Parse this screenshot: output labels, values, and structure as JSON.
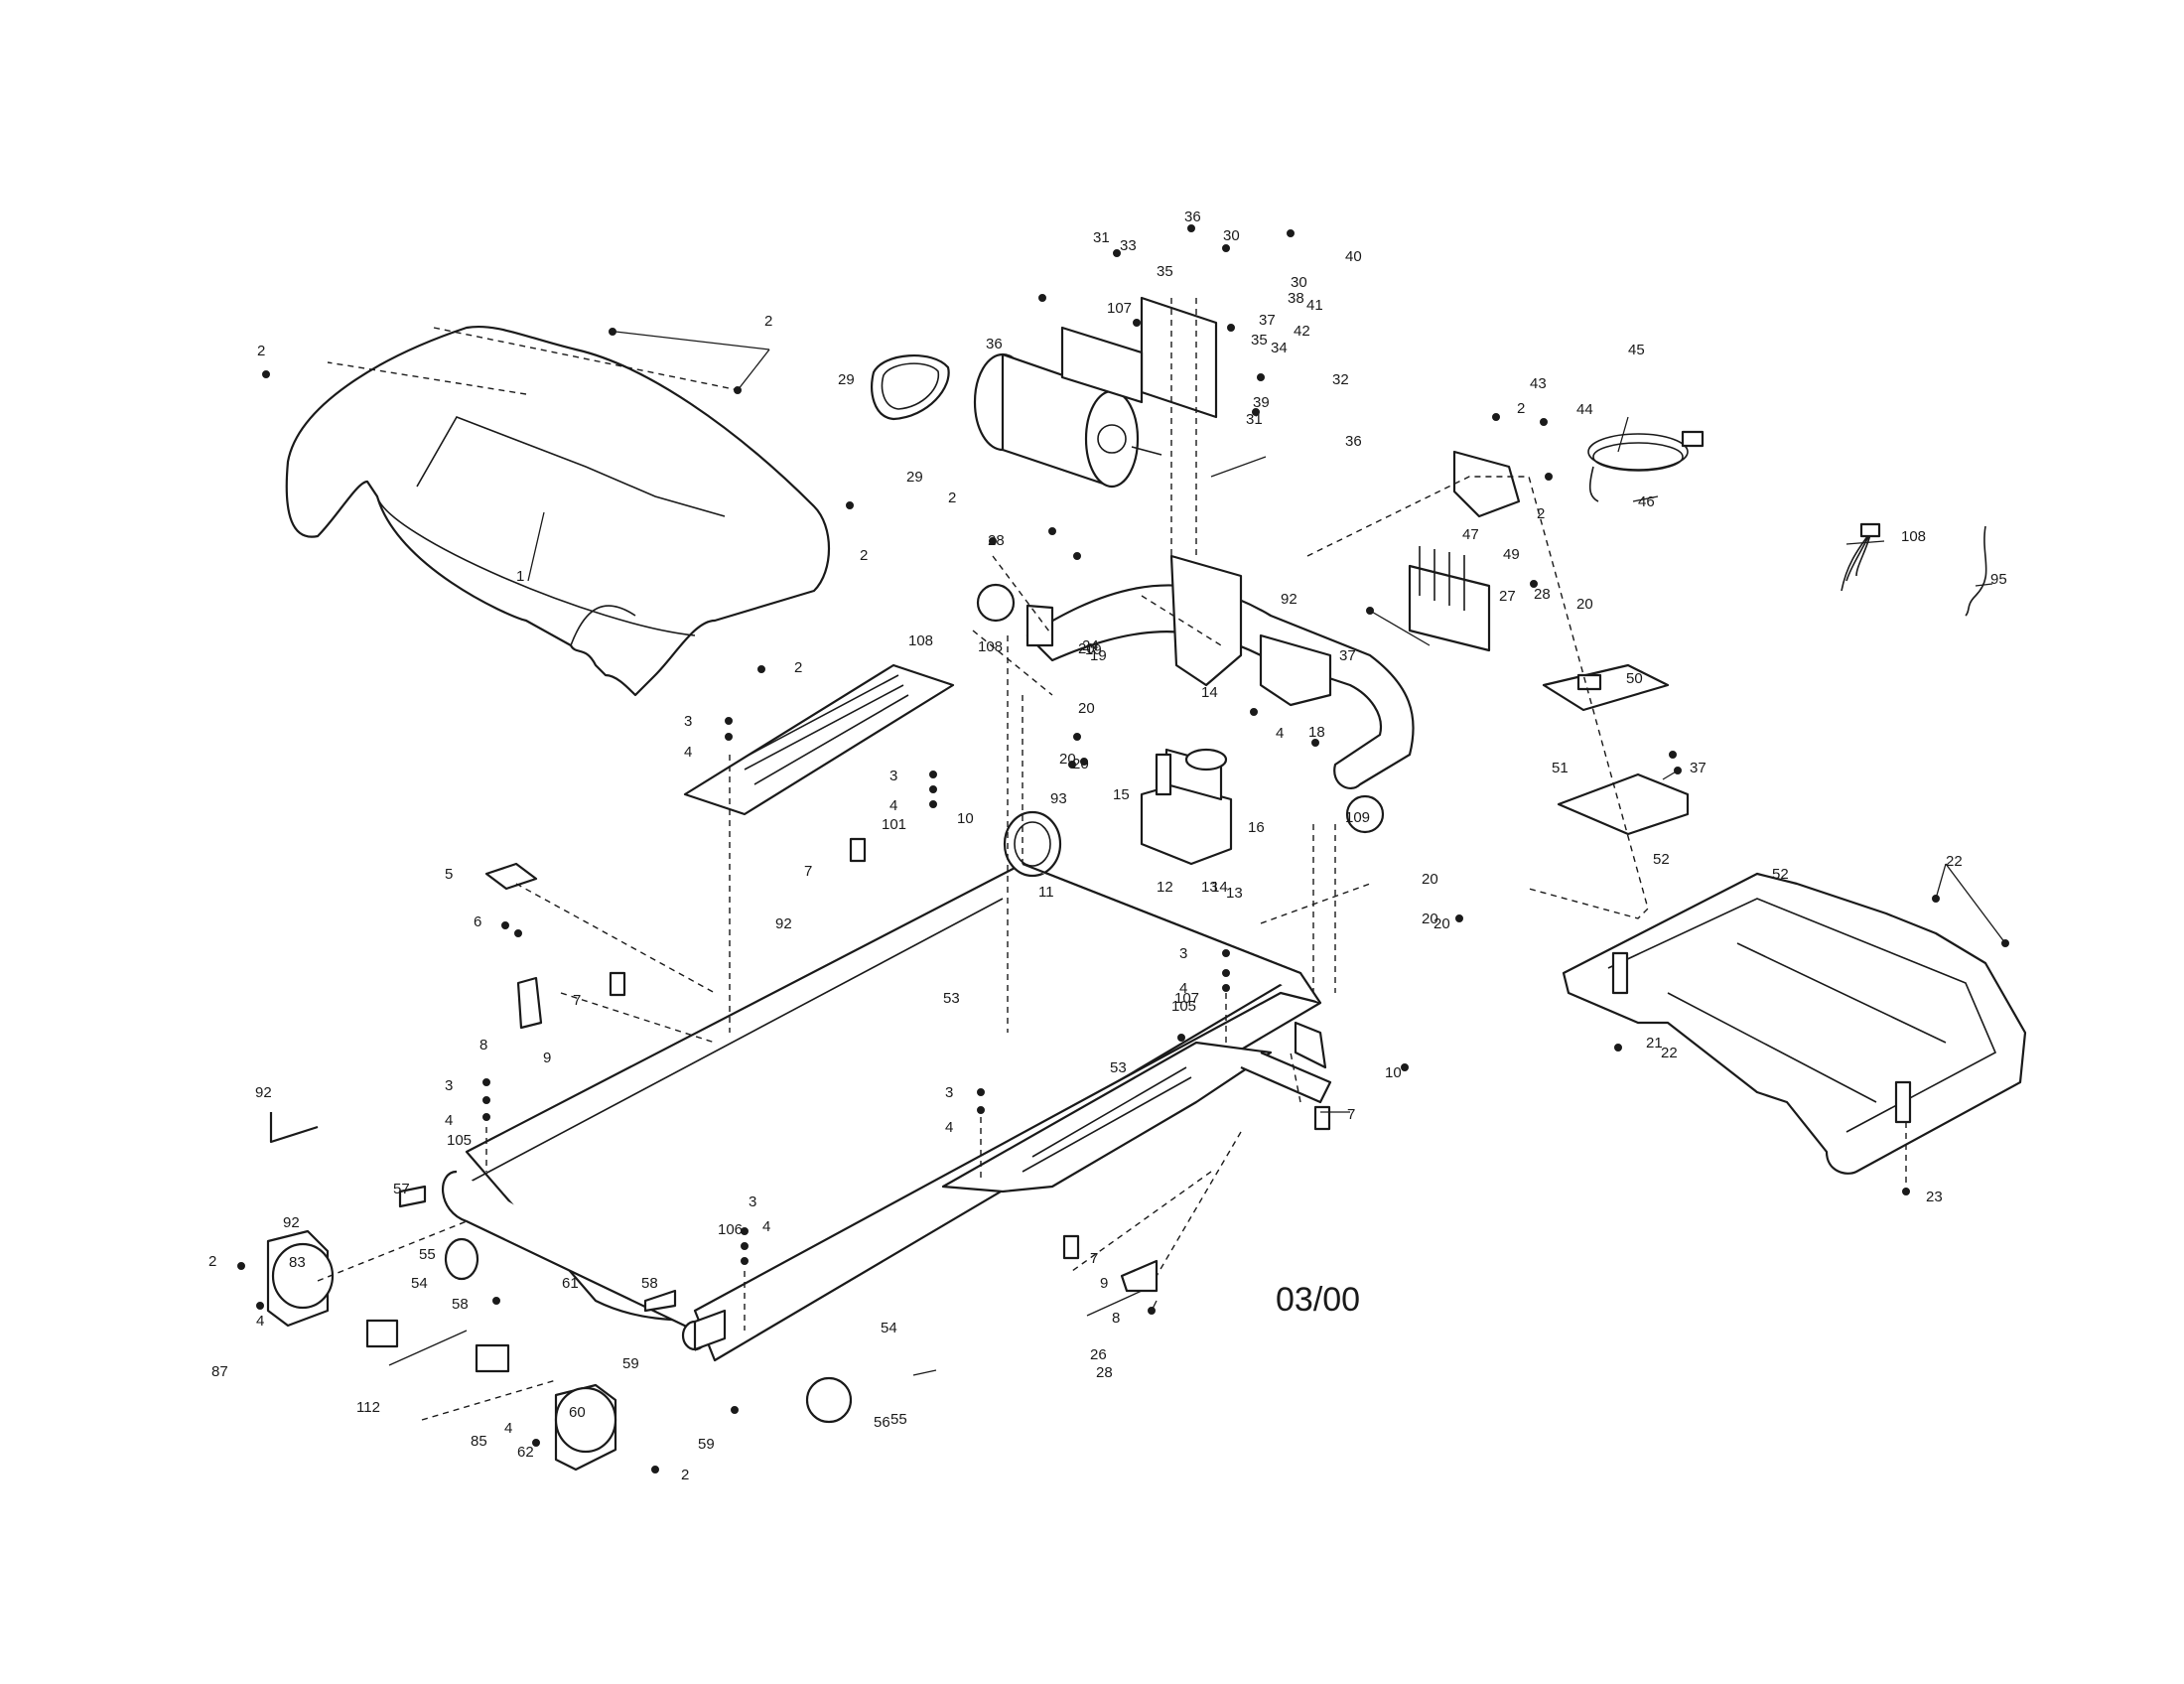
{
  "date_code": "03/00",
  "callouts": [
    {
      "id": "c1",
      "text": "1"
    },
    {
      "id": "c2a",
      "text": "2"
    },
    {
      "id": "c2b",
      "text": "2"
    },
    {
      "id": "c2c",
      "text": "2"
    },
    {
      "id": "c2d",
      "text": "2"
    },
    {
      "id": "c2e",
      "text": "2"
    },
    {
      "id": "c2f",
      "text": "2"
    },
    {
      "id": "c2g",
      "text": "2"
    },
    {
      "id": "c2h",
      "text": "2"
    },
    {
      "id": "c2i",
      "text": "2"
    },
    {
      "id": "c3a",
      "text": "3"
    },
    {
      "id": "c3b",
      "text": "3"
    },
    {
      "id": "c3c",
      "text": "3"
    },
    {
      "id": "c3d",
      "text": "3"
    },
    {
      "id": "c3e",
      "text": "3"
    },
    {
      "id": "c3f",
      "text": "3"
    },
    {
      "id": "c4a",
      "text": "4"
    },
    {
      "id": "c4b",
      "text": "4"
    },
    {
      "id": "c4c",
      "text": "4"
    },
    {
      "id": "c4d",
      "text": "4"
    },
    {
      "id": "c4e",
      "text": "4"
    },
    {
      "id": "c4f",
      "text": "4"
    },
    {
      "id": "c4g",
      "text": "4"
    },
    {
      "id": "c4h",
      "text": "4"
    },
    {
      "id": "c4i",
      "text": "4"
    },
    {
      "id": "c5",
      "text": "5"
    },
    {
      "id": "c6",
      "text": "6"
    },
    {
      "id": "c7a",
      "text": "7"
    },
    {
      "id": "c7b",
      "text": "7"
    },
    {
      "id": "c7c",
      "text": "7"
    },
    {
      "id": "c7d",
      "text": "7"
    },
    {
      "id": "c8a",
      "text": "8"
    },
    {
      "id": "c8b",
      "text": "8"
    },
    {
      "id": "c9a",
      "text": "9"
    },
    {
      "id": "c9b",
      "text": "9"
    },
    {
      "id": "c10a",
      "text": "10"
    },
    {
      "id": "c10b",
      "text": "10"
    },
    {
      "id": "c11",
      "text": "11"
    },
    {
      "id": "c12",
      "text": "12"
    },
    {
      "id": "c13a",
      "text": "13"
    },
    {
      "id": "c13b",
      "text": "13"
    },
    {
      "id": "c14a",
      "text": "14"
    },
    {
      "id": "c14b",
      "text": "14"
    },
    {
      "id": "c15",
      "text": "15"
    },
    {
      "id": "c16",
      "text": "16"
    },
    {
      "id": "c18",
      "text": "18"
    },
    {
      "id": "c19a",
      "text": "19"
    },
    {
      "id": "c19b",
      "text": "19"
    },
    {
      "id": "c20a",
      "text": "20"
    },
    {
      "id": "c20b",
      "text": "20"
    },
    {
      "id": "c20c",
      "text": "20"
    },
    {
      "id": "c20d",
      "text": "20"
    },
    {
      "id": "c20e",
      "text": "20"
    },
    {
      "id": "c20f",
      "text": "20"
    },
    {
      "id": "c20g",
      "text": "20"
    },
    {
      "id": "c20h",
      "text": "20"
    },
    {
      "id": "c21",
      "text": "21"
    },
    {
      "id": "c22a",
      "text": "22"
    },
    {
      "id": "c22b",
      "text": "22"
    },
    {
      "id": "c23",
      "text": "23"
    },
    {
      "id": "c24",
      "text": "24"
    },
    {
      "id": "c26",
      "text": "26"
    },
    {
      "id": "c27",
      "text": "27"
    },
    {
      "id": "c28a",
      "text": "28"
    },
    {
      "id": "c28b",
      "text": "28"
    },
    {
      "id": "c28c",
      "text": "28"
    },
    {
      "id": "c29a",
      "text": "29"
    },
    {
      "id": "c29b",
      "text": "29"
    },
    {
      "id": "c30a",
      "text": "30"
    },
    {
      "id": "c30b",
      "text": "30"
    },
    {
      "id": "c31a",
      "text": "31"
    },
    {
      "id": "c31b",
      "text": "31"
    },
    {
      "id": "c32",
      "text": "32"
    },
    {
      "id": "c33",
      "text": "33"
    },
    {
      "id": "c34",
      "text": "34"
    },
    {
      "id": "c35a",
      "text": "35"
    },
    {
      "id": "c35b",
      "text": "35"
    },
    {
      "id": "c36a",
      "text": "36"
    },
    {
      "id": "c36b",
      "text": "36"
    },
    {
      "id": "c36c",
      "text": "36"
    },
    {
      "id": "c37a",
      "text": "37"
    },
    {
      "id": "c37b",
      "text": "37"
    },
    {
      "id": "c37c",
      "text": "37"
    },
    {
      "id": "c38",
      "text": "38"
    },
    {
      "id": "c39",
      "text": "39"
    },
    {
      "id": "c40",
      "text": "40"
    },
    {
      "id": "c41",
      "text": "41"
    },
    {
      "id": "c42",
      "text": "42"
    },
    {
      "id": "c43",
      "text": "43"
    },
    {
      "id": "c44",
      "text": "44"
    },
    {
      "id": "c45",
      "text": "45"
    },
    {
      "id": "c46",
      "text": "46"
    },
    {
      "id": "c47",
      "text": "47"
    },
    {
      "id": "c49",
      "text": "49"
    },
    {
      "id": "c50",
      "text": "50"
    },
    {
      "id": "c51",
      "text": "51"
    },
    {
      "id": "c52a",
      "text": "52"
    },
    {
      "id": "c52b",
      "text": "52"
    },
    {
      "id": "c53a",
      "text": "53"
    },
    {
      "id": "c53b",
      "text": "53"
    },
    {
      "id": "c54a",
      "text": "54"
    },
    {
      "id": "c54b",
      "text": "54"
    },
    {
      "id": "c55a",
      "text": "55"
    },
    {
      "id": "c55b",
      "text": "55"
    },
    {
      "id": "c56",
      "text": "56"
    },
    {
      "id": "c57",
      "text": "57"
    },
    {
      "id": "c58a",
      "text": "58"
    },
    {
      "id": "c58b",
      "text": "58"
    },
    {
      "id": "c59a",
      "text": "59"
    },
    {
      "id": "c59b",
      "text": "59"
    },
    {
      "id": "c60",
      "text": "60"
    },
    {
      "id": "c61",
      "text": "61"
    },
    {
      "id": "c62",
      "text": "62"
    },
    {
      "id": "c83",
      "text": "83"
    },
    {
      "id": "c85",
      "text": "85"
    },
    {
      "id": "c87",
      "text": "87"
    },
    {
      "id": "c92a",
      "text": "92"
    },
    {
      "id": "c92b",
      "text": "92"
    },
    {
      "id": "c92c",
      "text": "92"
    },
    {
      "id": "c92d",
      "text": "92"
    },
    {
      "id": "c93",
      "text": "93"
    },
    {
      "id": "c95",
      "text": "95"
    },
    {
      "id": "c101",
      "text": "101"
    },
    {
      "id": "c105a",
      "text": "105"
    },
    {
      "id": "c105b",
      "text": "105"
    },
    {
      "id": "c106",
      "text": "106"
    },
    {
      "id": "c107a",
      "text": "107"
    },
    {
      "id": "c107b",
      "text": "107"
    },
    {
      "id": "c108a",
      "text": "108"
    },
    {
      "id": "c108b",
      "text": "108"
    },
    {
      "id": "c108c",
      "text": "108"
    },
    {
      "id": "c109",
      "text": "109"
    },
    {
      "id": "c112",
      "text": "112"
    }
  ]
}
